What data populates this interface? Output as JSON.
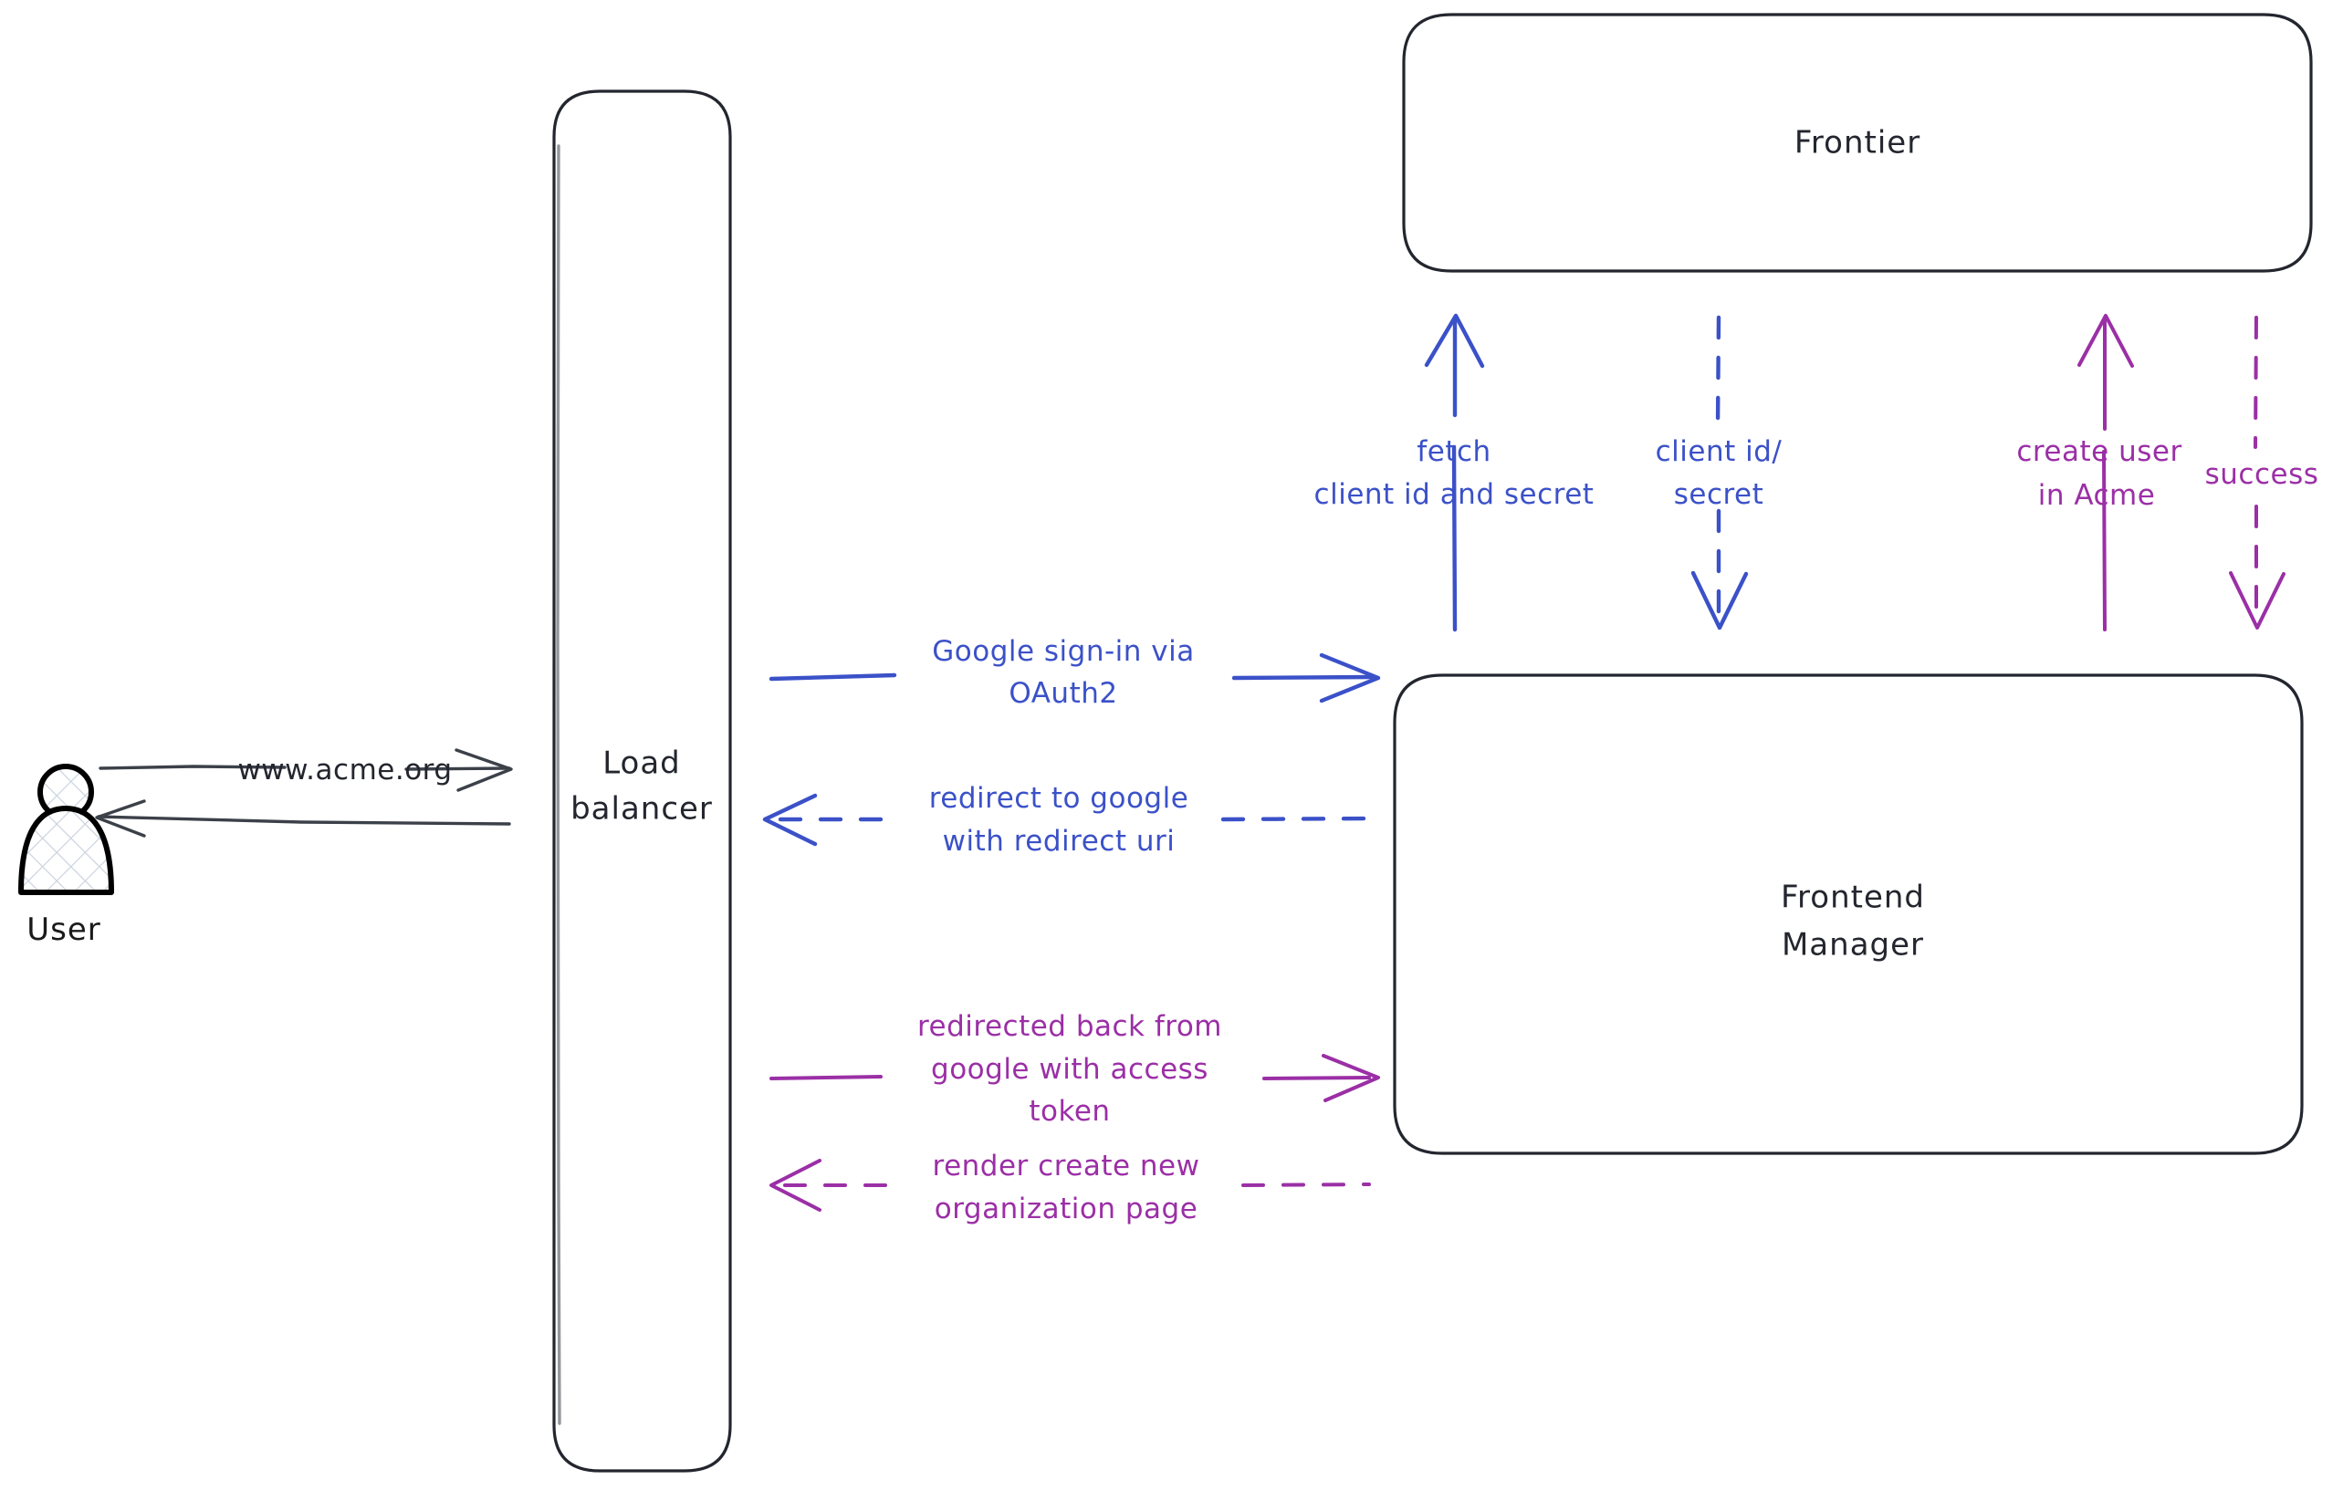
{
  "diagram": {
    "title": "Google OAuth2 sign-in sequence",
    "style": "hand-drawn sketch",
    "colors": {
      "dark": "#23262e",
      "blue": "#3b51c8",
      "purple": "#9b2fa6",
      "background": "#ffffff"
    }
  },
  "actors": [
    {
      "id": "user",
      "label": "User",
      "type": "person-icon"
    }
  ],
  "nodes": [
    {
      "id": "load-balancer",
      "label_line1": "Load",
      "label_line2": "balancer"
    },
    {
      "id": "frontier",
      "label_line1": "Frontier",
      "label_line2": ""
    },
    {
      "id": "frontend-manager",
      "label_line1": "Frontend",
      "label_line2": "Manager"
    }
  ],
  "edges": [
    {
      "id": "user-to-lb",
      "from": "user",
      "to": "load-balancer",
      "label": "www.acme.org",
      "color": "dark",
      "style": "solid",
      "direction": "right"
    },
    {
      "id": "lb-to-user",
      "from": "load-balancer",
      "to": "user",
      "label": "",
      "color": "dark",
      "style": "solid",
      "direction": "left"
    },
    {
      "id": "lb-to-fm-signin",
      "from": "load-balancer",
      "to": "frontend-manager",
      "label_line1": "Google sign-in via",
      "label_line2": "OAuth2",
      "color": "blue",
      "style": "solid",
      "direction": "right"
    },
    {
      "id": "fm-to-lb-redirect",
      "from": "frontend-manager",
      "to": "load-balancer",
      "label_line1": "redirect to google",
      "label_line2": "with redirect uri",
      "color": "blue",
      "style": "dashed",
      "direction": "left"
    },
    {
      "id": "lb-to-fm-token",
      "from": "load-balancer",
      "to": "frontend-manager",
      "label_line1": "redirected back from",
      "label_line2": "google with access",
      "label_line3": "token",
      "color": "purple",
      "style": "solid",
      "direction": "right"
    },
    {
      "id": "fm-to-lb-render",
      "from": "frontend-manager",
      "to": "load-balancer",
      "label_line1": "render create new",
      "label_line2": "organization page",
      "color": "purple",
      "style": "dashed",
      "direction": "left"
    },
    {
      "id": "fm-to-frontier-fetch",
      "from": "frontend-manager",
      "to": "frontier",
      "label_line1": "fetch",
      "label_line2": "client id and secret",
      "color": "blue",
      "style": "solid",
      "direction": "up"
    },
    {
      "id": "frontier-to-fm-creds",
      "from": "frontier",
      "to": "frontend-manager",
      "label_line1": "client id/",
      "label_line2": "secret",
      "color": "blue",
      "style": "dashed",
      "direction": "down"
    },
    {
      "id": "fm-to-frontier-createuser",
      "from": "frontend-manager",
      "to": "frontier",
      "label_line1": "create user",
      "label_line2": "in Acme",
      "color": "purple",
      "style": "solid",
      "direction": "up"
    },
    {
      "id": "frontier-to-fm-success",
      "from": "frontier",
      "to": "frontend-manager",
      "label_line1": "success",
      "label_line2": "",
      "color": "purple",
      "style": "dashed",
      "direction": "down"
    }
  ]
}
